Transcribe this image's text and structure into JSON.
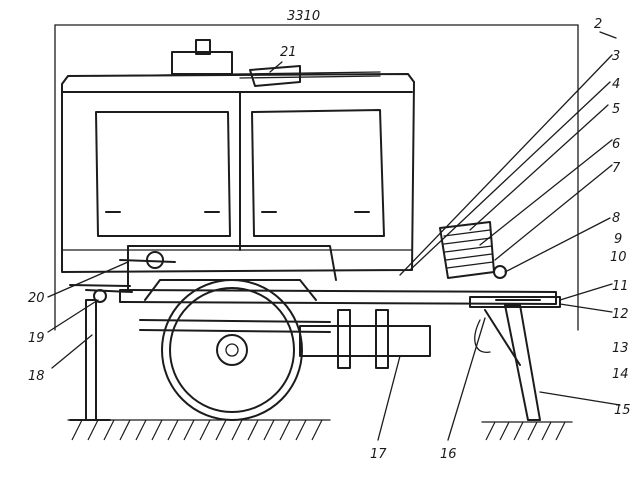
{
  "dimension": "3310",
  "callouts": [
    "2",
    "3",
    "4",
    "5",
    "6",
    "7",
    "8",
    "9",
    "10",
    "11",
    "12",
    "13",
    "14",
    "15",
    "16",
    "17",
    "18",
    "19",
    "20",
    "21"
  ]
}
